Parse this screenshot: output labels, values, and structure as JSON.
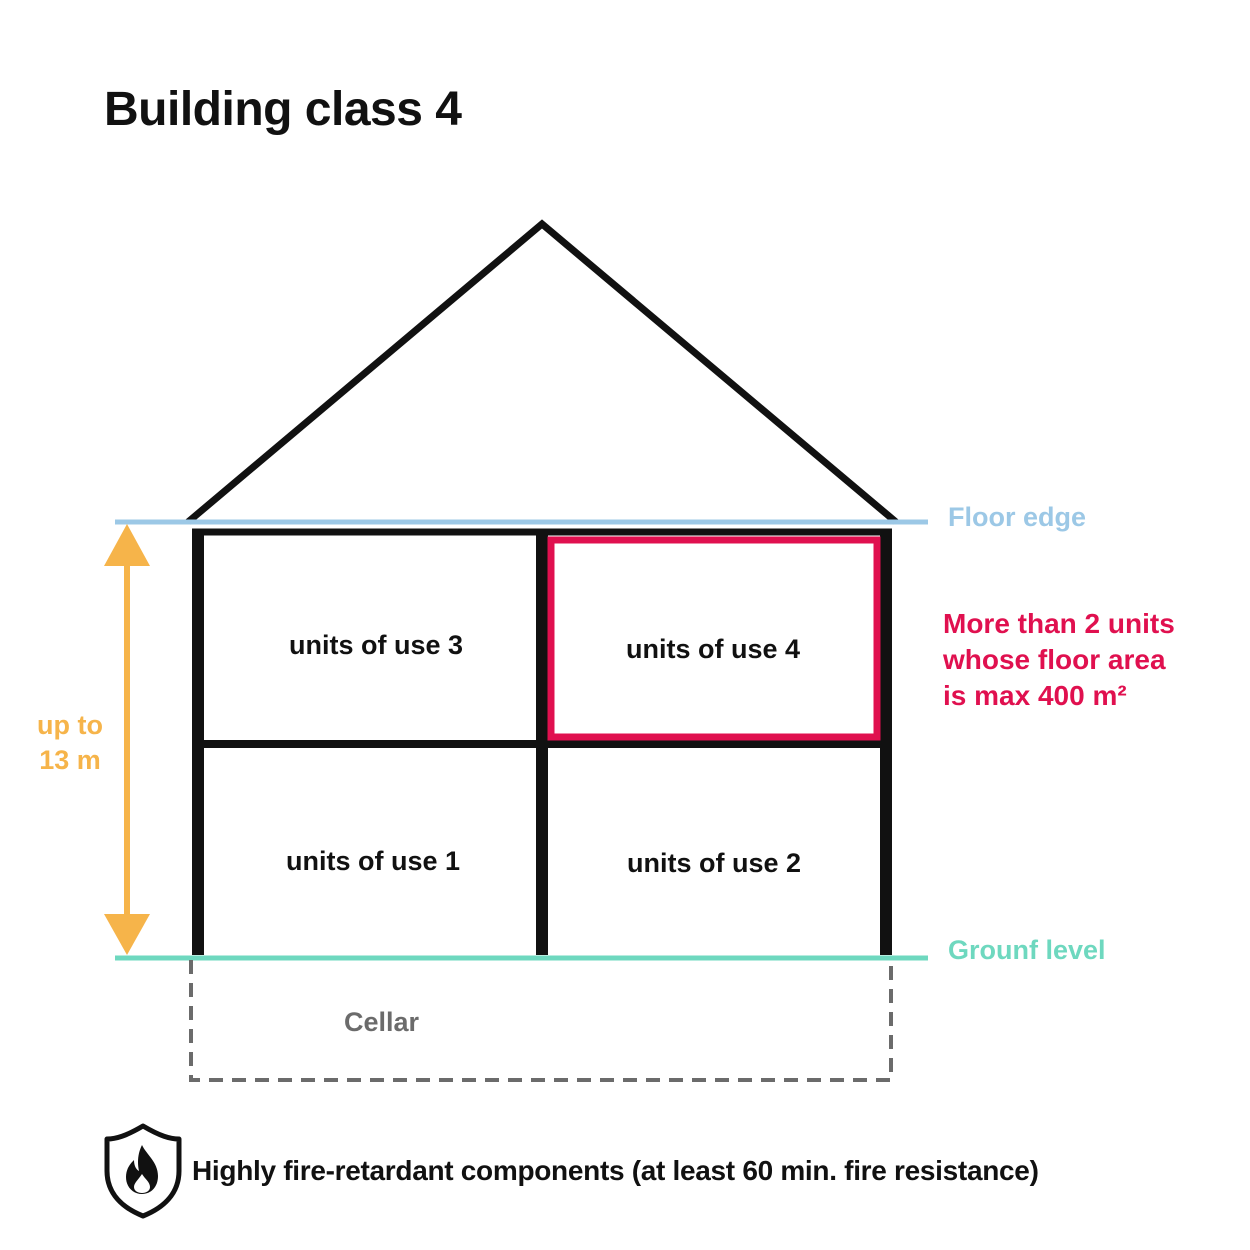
{
  "title": "Building class 4",
  "units": [
    {
      "label": "units of use 3"
    },
    {
      "label": "units of use 4",
      "highlighted": true
    },
    {
      "label": "units of use 1"
    },
    {
      "label": "units of use 2"
    }
  ],
  "reference_lines": {
    "floor_edge": "Floor edge",
    "ground_level": "Grounf level"
  },
  "height": {
    "line1": "up to",
    "line2": "13 m"
  },
  "note": {
    "line1": "More than 2 units",
    "line2": "whose floor area",
    "line3": "is max 400 m²"
  },
  "cellar": "Cellar",
  "footer": {
    "text": "Highly fire-retardant components (at least 60 min. fire resistance)",
    "icon": "fire-shield-icon"
  },
  "colors": {
    "walls": "#111111",
    "floor_edge": "#9cc8e6",
    "ground_level": "#6ed8bf",
    "height_arrow": "#f6b44a",
    "highlight": "#e0104f",
    "cellar": "#6b6b6b"
  }
}
